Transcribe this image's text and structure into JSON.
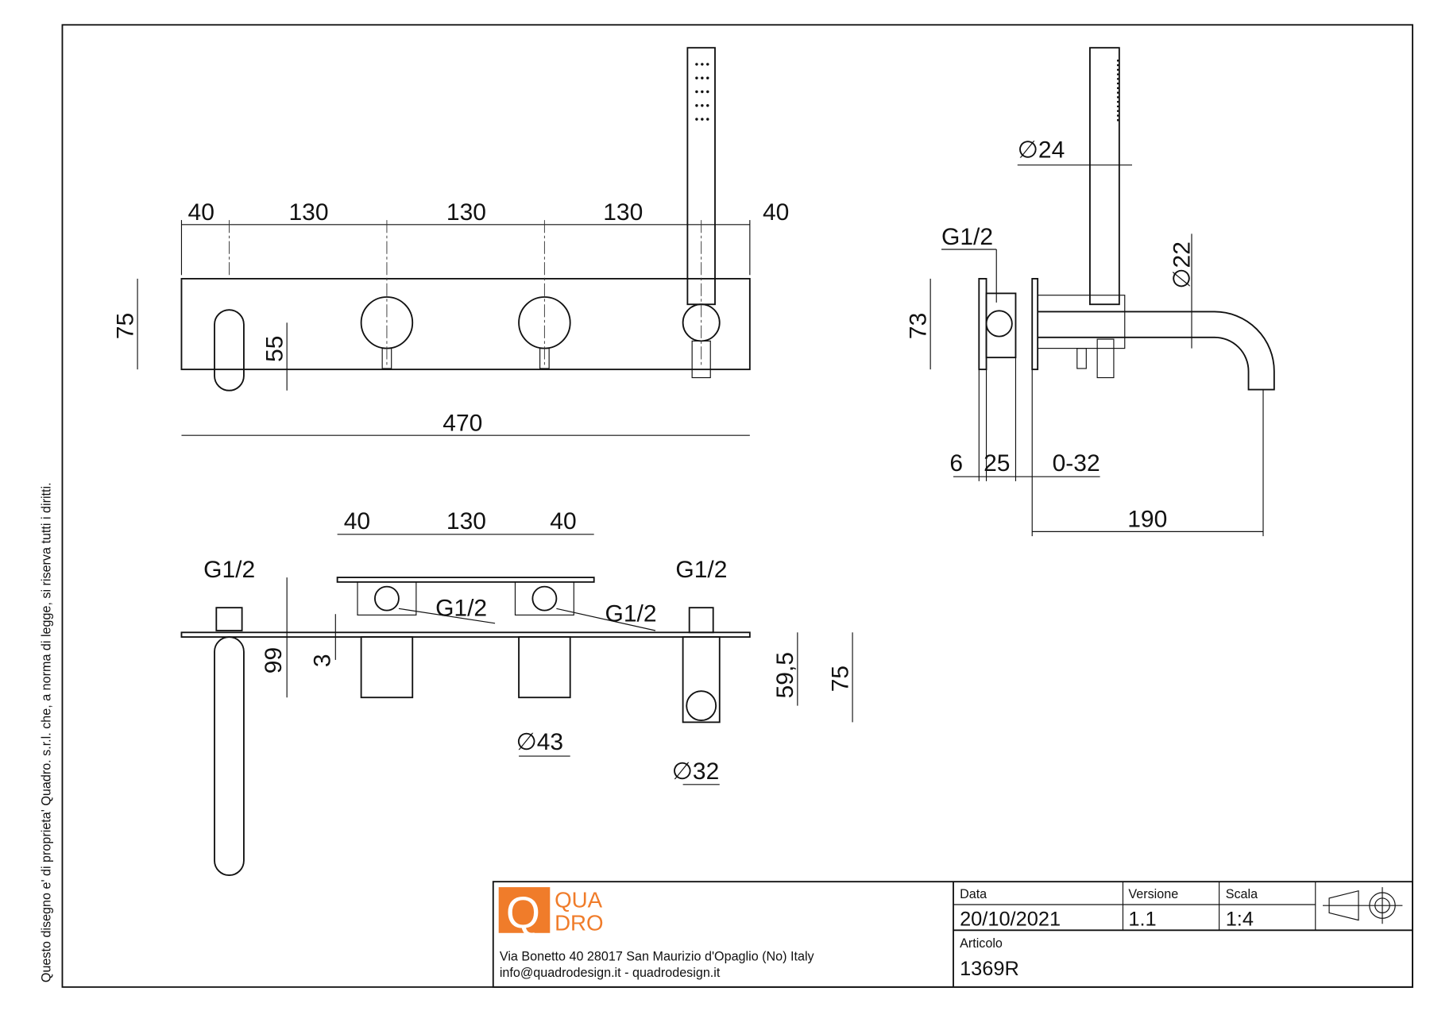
{
  "copyright": "Questo disegno e' di proprieta' Quadro. s.r.l. che, a norma di legge, si riserva tutti i diritti.",
  "front_view": {
    "dims": [
      "40",
      "130",
      "130",
      "130",
      "40"
    ],
    "height": "75",
    "spout_height": "55",
    "total_width": "470"
  },
  "side_view": {
    "hand_diameter": "∅24",
    "inlet": "G1/2",
    "spout_diameter": "∅22",
    "height": "73",
    "d1": "6",
    "d2": "25",
    "adjust": "0-32",
    "projection": "190"
  },
  "top_view": {
    "dims": [
      "40",
      "130",
      "40"
    ],
    "inlet_left": "G1/2",
    "inlet_right": "G1/2",
    "inlet_1": "G1/2",
    "inlet_2": "G1/2",
    "depth": "99",
    "plate": "3",
    "d_595": "59,5",
    "d_75": "75",
    "knob_diameter": "∅43",
    "holder_diameter": "∅32"
  },
  "title_block": {
    "logo_line1": "QUA",
    "logo_line2": "DRO",
    "logo_letter": "Q",
    "address": "Via Bonetto 40  28017 San Maurizio d'Opaglio (No) Italy",
    "contact": "info@quadrodesign.it  -  quadrodesign.it",
    "data_label": "Data",
    "data_value": "20/10/2021",
    "version_label": "Versione",
    "version_value": "1.1",
    "scale_label": "Scala",
    "scale_value": "1:4",
    "article_label": "Articolo",
    "article_value": "1369R"
  },
  "colors": {
    "brand": "#f07c2a"
  }
}
